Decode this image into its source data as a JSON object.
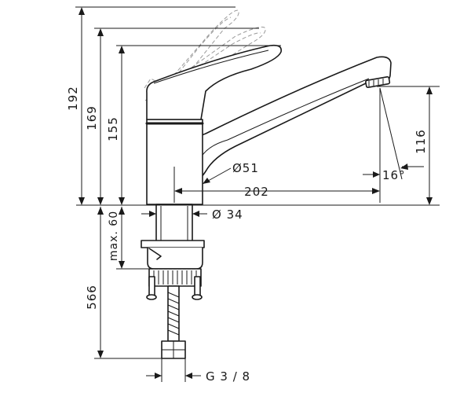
{
  "dimensions": {
    "height_192": "192",
    "height_169": "169",
    "height_155": "155",
    "spout_height_116": "116",
    "max_60": "max. 60",
    "hose_566": "566",
    "diameter_51": "Ø51",
    "reach_202": "202",
    "diameter_34": "Ø 34",
    "angle_16": "16°",
    "thread_g38": "G 3 / 8"
  },
  "colors": {
    "line": "#1a1a1a",
    "ghost": "#9a9a9a",
    "background": "#ffffff"
  }
}
